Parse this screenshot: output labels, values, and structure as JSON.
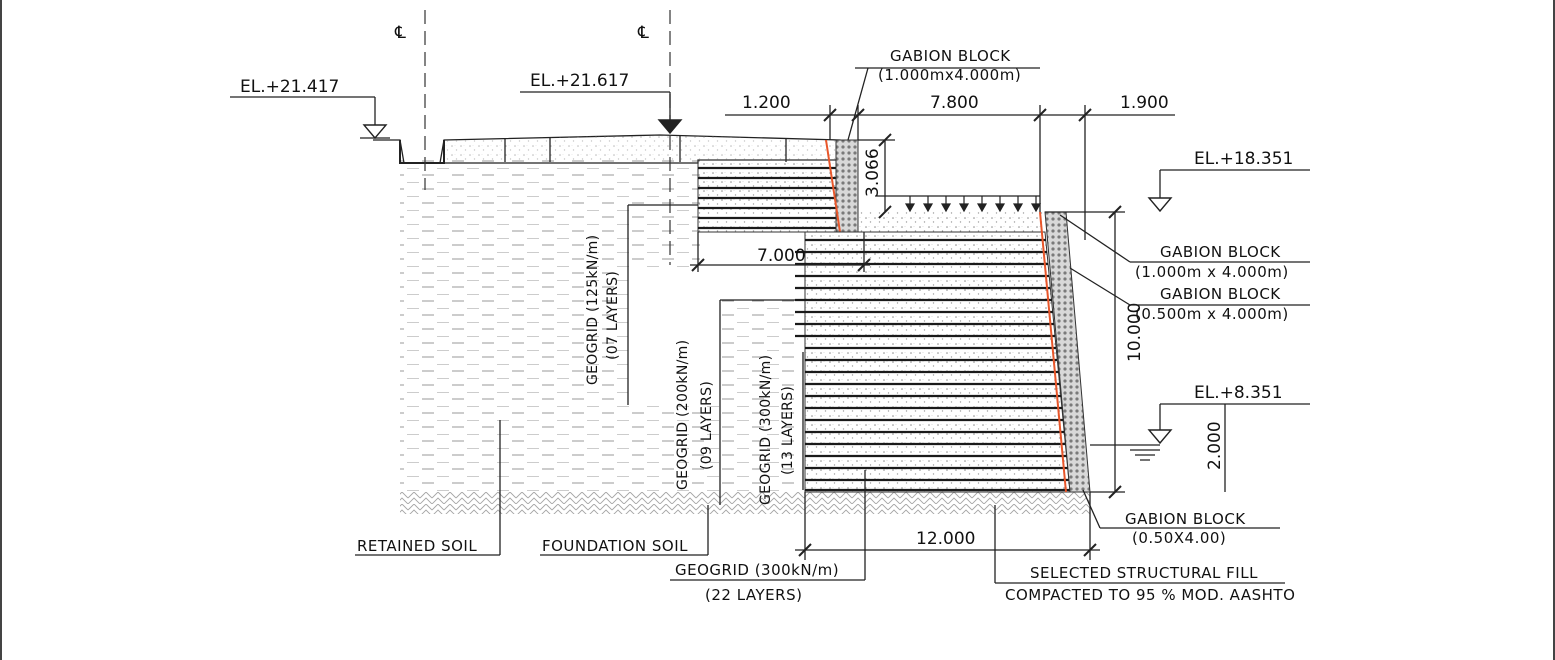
{
  "elevations": {
    "left": "EL.+21.417",
    "center": "EL.+21.617",
    "upper_right": "EL.+18.351",
    "lower_right": "EL.+8.351"
  },
  "centerline_symbol": "℄",
  "dimensions": {
    "top_offset": "1.200",
    "top_width": "7.800",
    "right_offset": "1.900",
    "upper_height": "3.066",
    "upper_width": "7.000",
    "wall_height": "10.000",
    "embed_depth": "2.000",
    "base_width": "12.000"
  },
  "gabion_top": {
    "title": "GABION BLOCK",
    "size": "(1.000mx4.000m)"
  },
  "gabion_mid_a": {
    "title": "GABION BLOCK",
    "size": "(1.000m x 4.000m)"
  },
  "gabion_mid_b": {
    "title": "GABION BLOCK",
    "size": "(0.500m x 4.000m)"
  },
  "gabion_bottom": {
    "title": "GABION BLOCK",
    "size": "(0.50X4.00)"
  },
  "geogrid_125": {
    "line1": "GEOGRID (125kN/m)",
    "line2": "(07 LAYERS)"
  },
  "geogrid_200": {
    "line1": "GEOGRID (200kN/m)",
    "line2": "(09 LAYERS)"
  },
  "geogrid_300_upper": {
    "line1": "GEOGRID (300kN/m)",
    "line2": "(13 LAYERS)"
  },
  "geogrid_300_base": {
    "line1": "GEOGRID (300kN/m)",
    "line2": "(22 LAYERS)"
  },
  "labels": {
    "retained_soil": "RETAINED SOIL",
    "foundation_soil": "FOUNDATION SOIL",
    "fill_line1": "SELECTED STRUCTURAL FILL",
    "fill_line2": "COMPACTED TO 95 % MOD. AASHTO"
  },
  "colors": {
    "facing_line": "#e8562a",
    "gabion": "#8a8a8a",
    "ink": "#222222"
  }
}
